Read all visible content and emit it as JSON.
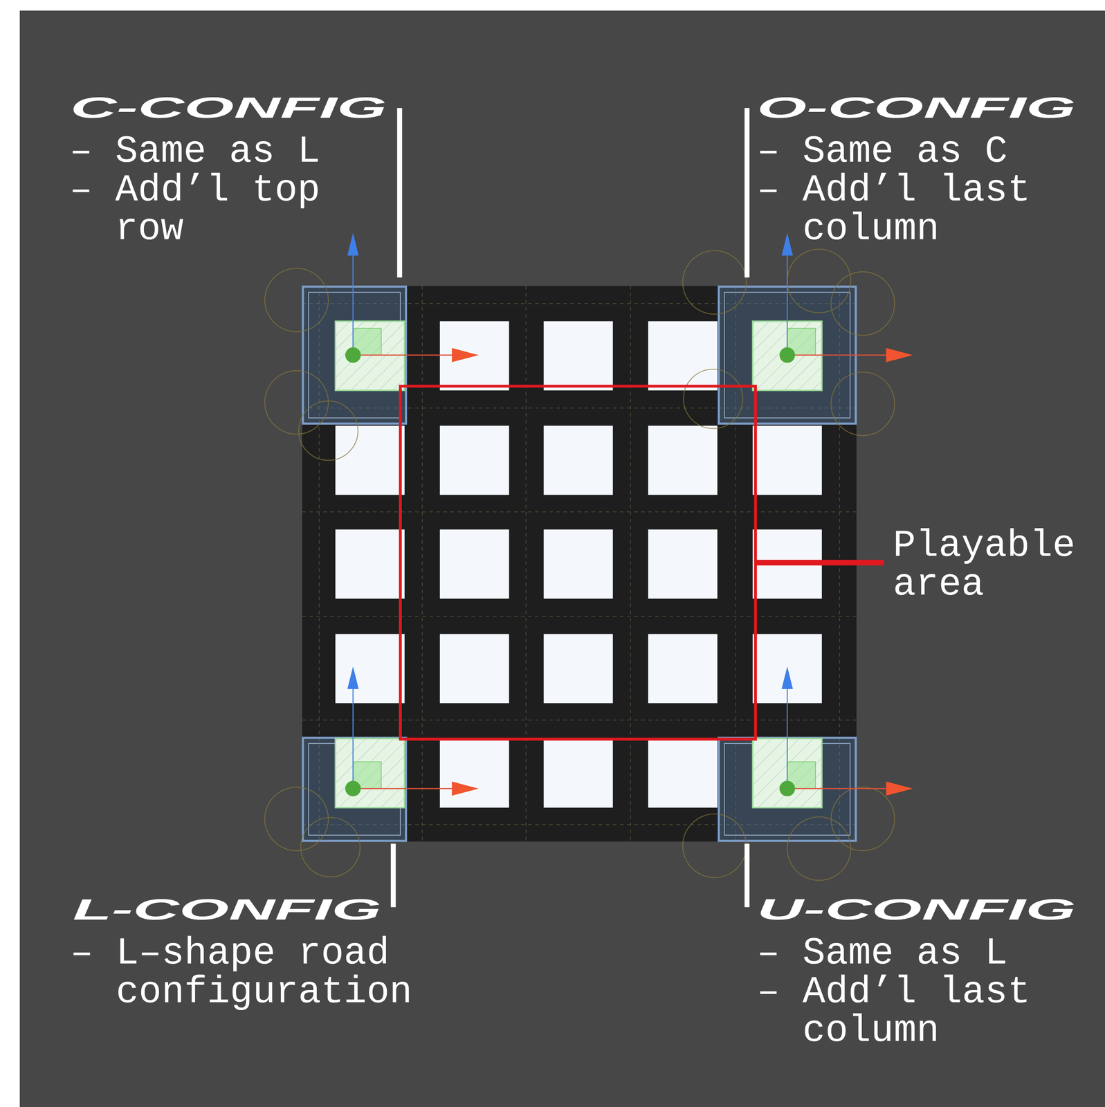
{
  "diagram": {
    "labels": [
      "C-CONFIG",
      "– Same as L",
      "– Add’l top row",
      "O-CONFIG",
      "– Same as C",
      "– Add’l last column",
      "Playable area",
      "L-CONFIG",
      "– L–shape road configuration",
      "U-CONFIG",
      "– Same as L",
      "– Add’l last column"
    ]
  }
}
